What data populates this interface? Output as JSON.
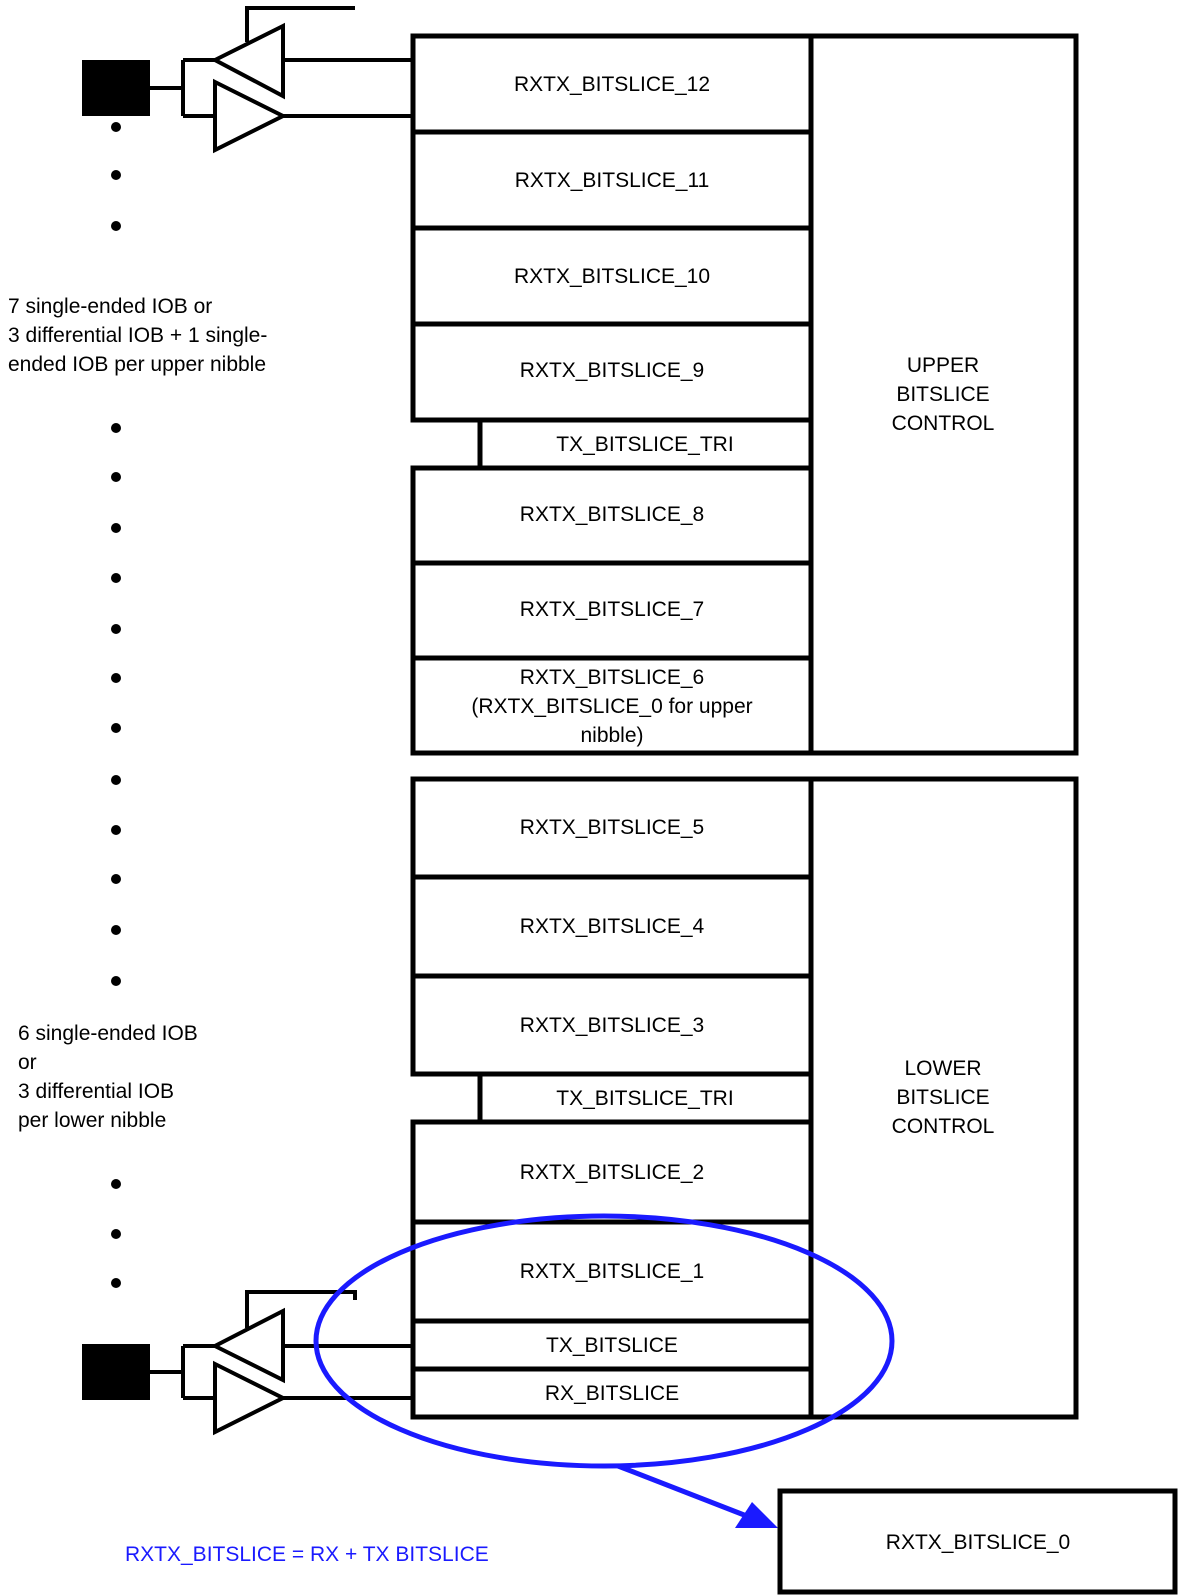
{
  "upper_slices": [
    "RXTX_BITSLICE_12",
    "RXTX_BITSLICE_11",
    "RXTX_BITSLICE_10",
    "RXTX_BITSLICE_9"
  ],
  "upper_tri": "TX_BITSLICE_TRI",
  "upper_slices_b": [
    "RXTX_BITSLICE_8",
    "RXTX_BITSLICE_7"
  ],
  "slice6": [
    "RXTX_BITSLICE_6",
    "(RXTX_BITSLICE_0 for upper",
    "nibble)"
  ],
  "upper_control": [
    "UPPER",
    "BITSLICE",
    "CONTROL"
  ],
  "lower_slices": [
    "RXTX_BITSLICE_5",
    "RXTX_BITSLICE_4",
    "RXTX_BITSLICE_3"
  ],
  "lower_tri": "TX_BITSLICE_TRI",
  "lower_slices_b": [
    "RXTX_BITSLICE_2",
    "RXTX_BITSLICE_1"
  ],
  "tx_bitslice": "TX_BITSLICE",
  "rx_bitslice": "RX_BITSLICE",
  "lower_control": [
    "LOWER",
    "BITSLICE",
    "CONTROL"
  ],
  "upper_note": [
    "7 single-ended IOB or",
    "3 differential IOB + 1 single-",
    "ended IOB per upper nibble"
  ],
  "lower_note": [
    "6 single-ended IOB",
    "or",
    "3 differential IOB",
    "per lower nibble"
  ],
  "equation": "RXTX_BITSLICE = RX + TX BITSLICE",
  "result_box": "RXTX_BITSLICE_0",
  "colors": {
    "highlight": "#1a1aff",
    "line": "#000000"
  }
}
